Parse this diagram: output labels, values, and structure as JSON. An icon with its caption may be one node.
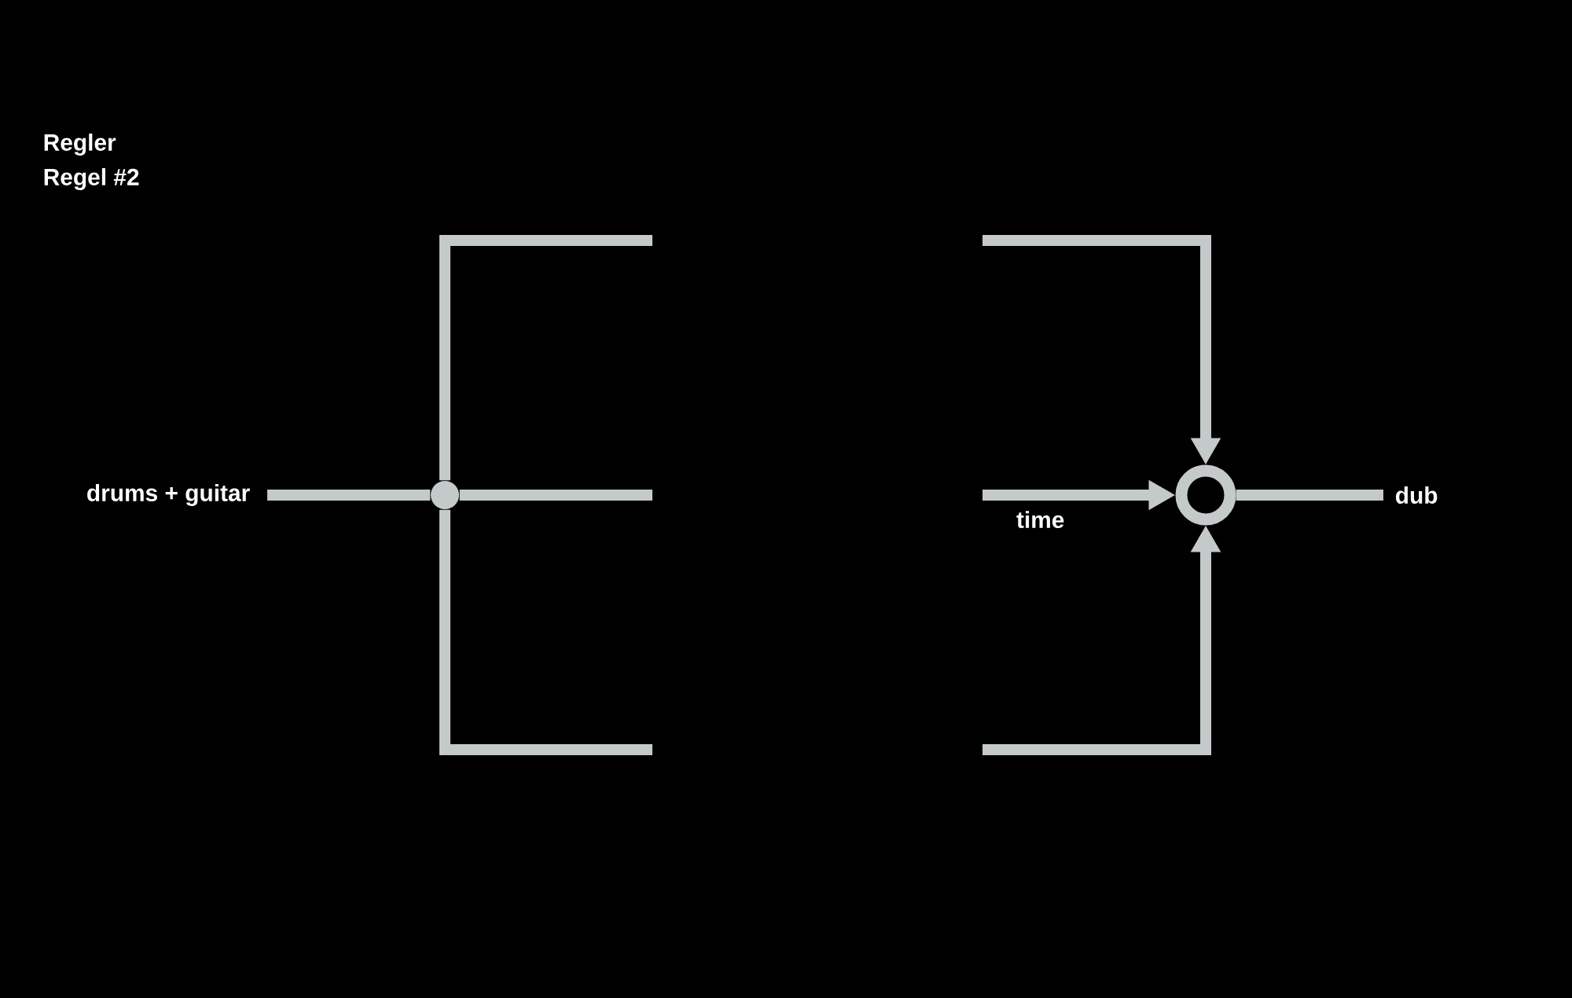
{
  "diagram": {
    "title": "Regler",
    "nodes": [
      {
        "text": [
          "drums + guitar"
        ]
      },
      {
        "text": [],
        "shape": "circle"
      },
      {
        "text": [],
        "shape": "circle"
      },
      {
        "text": [
          "dub"
        ]
      }
    ],
    "edges": [
      {
        "from": 0,
        "to": 1,
        "arrow": "none"
      },
      {
        "from": 1,
        "to": null,
        "arrow": "none"
      },
      {
        "from": 1,
        "to": null,
        "arrow": "none"
      },
      {
        "from": 1,
        "to": null,
        "arrow": "none"
      },
      {
        "from": null,
        "to": 2,
        "arrow": "to"
      },
      {
        "from": null,
        "to": 2,
        "arrow": "to",
        "label": "time"
      },
      {
        "from": null,
        "to": 2,
        "arrow": "to"
      },
      {
        "from": 2,
        "to": 3,
        "arrow": "none"
      }
    ],
    "labels": [
      "Regel #2"
    ]
  }
}
